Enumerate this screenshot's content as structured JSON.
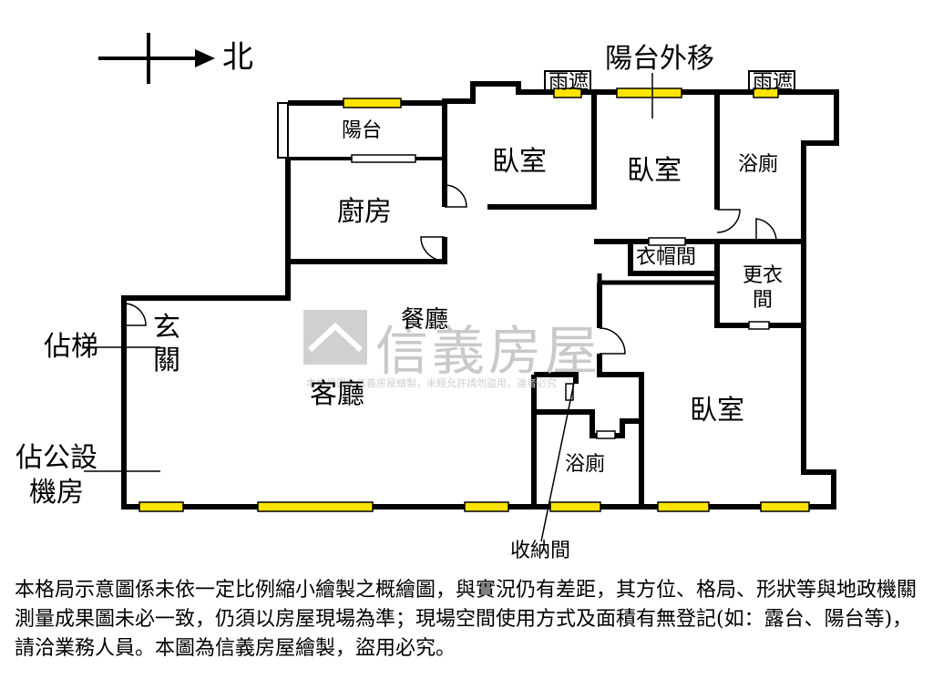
{
  "compass": {
    "north_label": "北"
  },
  "rooms": {
    "balcony_move": "陽台外移",
    "canopy_1": "雨遮",
    "canopy_2": "雨遮",
    "balcony": "陽台",
    "bedroom_1": "臥室",
    "bedroom_2": "臥室",
    "bathroom_1": "浴廁",
    "kitchen": "廚房",
    "wardrobe_hat": "衣帽間",
    "dressing_room": "更衣間",
    "dining": "餐廳",
    "entrance": "玄關",
    "stairs_share": "佔梯",
    "living": "客廳",
    "bedroom_3": "臥室",
    "public_room": "佔公設機房",
    "bathroom_2": "浴廁",
    "storage": "收納間"
  },
  "watermark": {
    "brand": "信義房屋",
    "notice": "本格局圖為信義房屋繪製，未經允許請勿盜用，違者必究"
  },
  "disclaimer": "本格局示意圖係未依一定比例縮小繪製之概繪圖，與實況仍有差距，其方位、格局、形狀等與地政機關測量成果圖未必一致，仍須以房屋現場為準；現場空間使用方式及面積有無登記(如：露台、陽台等)，請洽業務人員。本圖為信義房屋繪製，盜用必究。",
  "colors": {
    "wall": "#000000",
    "window": "#ffe400",
    "watermark": "#c9c9c9"
  }
}
